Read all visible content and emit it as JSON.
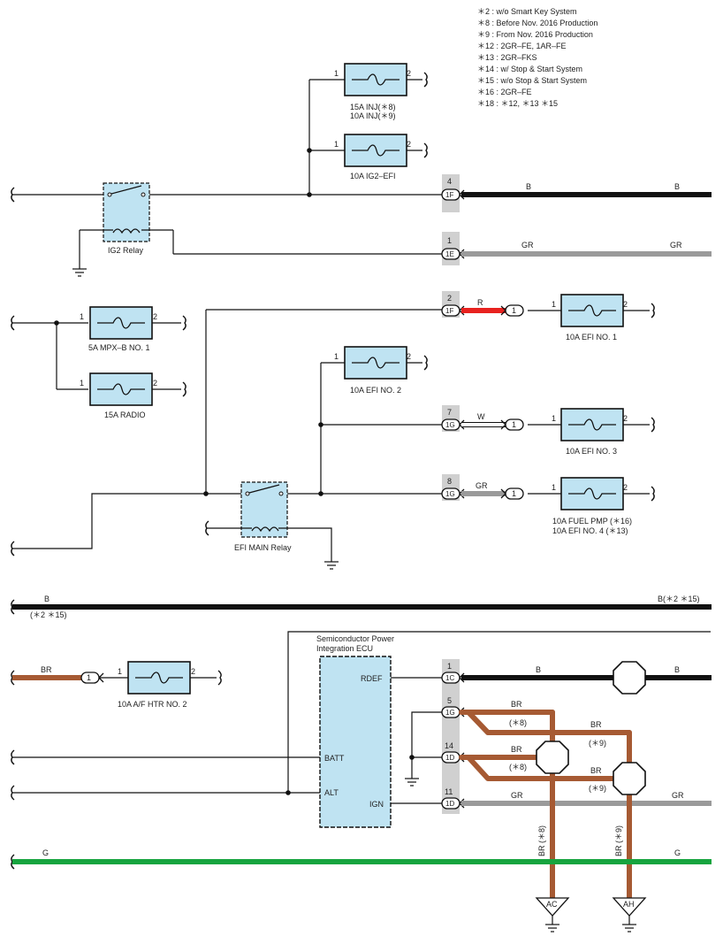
{
  "legend": [
    "＊2 : w/o Smart Key System",
    "＊8 : Before Nov.  2016 Production",
    "＊9 : From Nov.  2016 Production",
    "＊12 : 2GR–FE,  1AR–FE",
    "＊13 : 2GR–FKS",
    "＊14 : w/ Stop & Start System",
    "＊15 : w/o Stop & Start System",
    "＊16 : 2GR–FE",
    "＊18 : ＊12,  ＊13 ＊15"
  ],
  "pin_1": "1",
  "pin_2": "2",
  "fuses": {
    "inj_line1": "15A INJ(＊8)",
    "inj_line2": "10A INJ(＊9)",
    "ig2_efi": "10A IG2–EFI",
    "mpx_b1": "5A MPX–B NO. 1",
    "radio": "15A RADIO",
    "efi_no1": "10A EFI NO. 1",
    "efi_no2": "10A EFI NO. 2",
    "efi_no3": "10A EFI NO. 3",
    "fuel_pmp_line1": "10A FUEL PMP (＊16)",
    "fuel_pmp_line2": "10A EFI NO. 4 (＊13)",
    "af_htr": "10A A/F HTR NO. 2"
  },
  "relays": {
    "ig2": "IG2 Relay",
    "efi_main": "EFI MAIN Relay"
  },
  "connectors": [
    {
      "pin": "4",
      "code": "1F"
    },
    {
      "pin": "1",
      "code": "1E"
    },
    {
      "pin": "2",
      "code": "1F"
    },
    {
      "pin": "7",
      "code": "1G"
    },
    {
      "pin": "8",
      "code": "1G"
    },
    {
      "pin": "1",
      "code": "1C"
    },
    {
      "pin": "5",
      "code": "1G"
    },
    {
      "pin": "14",
      "code": "1D"
    },
    {
      "pin": "11",
      "code": "1D"
    }
  ],
  "wire_colors": {
    "b": "B",
    "gr": "GR",
    "r": "R",
    "w": "W",
    "br": "BR",
    "g": "G",
    "b_note": "B(＊2 ＊15)",
    "note_2_15": "(＊2 ＊15)",
    "note_8": "(＊8)",
    "note_9": "(＊9)",
    "br_note_8": "BR (＊8)",
    "br_note_9": "BR (＊9)"
  },
  "ecu": {
    "title_line1": "Semiconductor Power",
    "title_line2": "Integration ECU",
    "rdef": "RDEF",
    "batt": "BATT",
    "alt": "ALT",
    "ign": "IGN"
  },
  "grounds": {
    "ac": "AC",
    "ah": "AH"
  },
  "colors": {
    "black_wire": "#111111",
    "gray_wire": "#9a9a9a",
    "red_wire": "#e8221f",
    "brown_wire": "#a65a33",
    "green_wire": "#17a43f",
    "component_fill": "#bfe3f2"
  }
}
